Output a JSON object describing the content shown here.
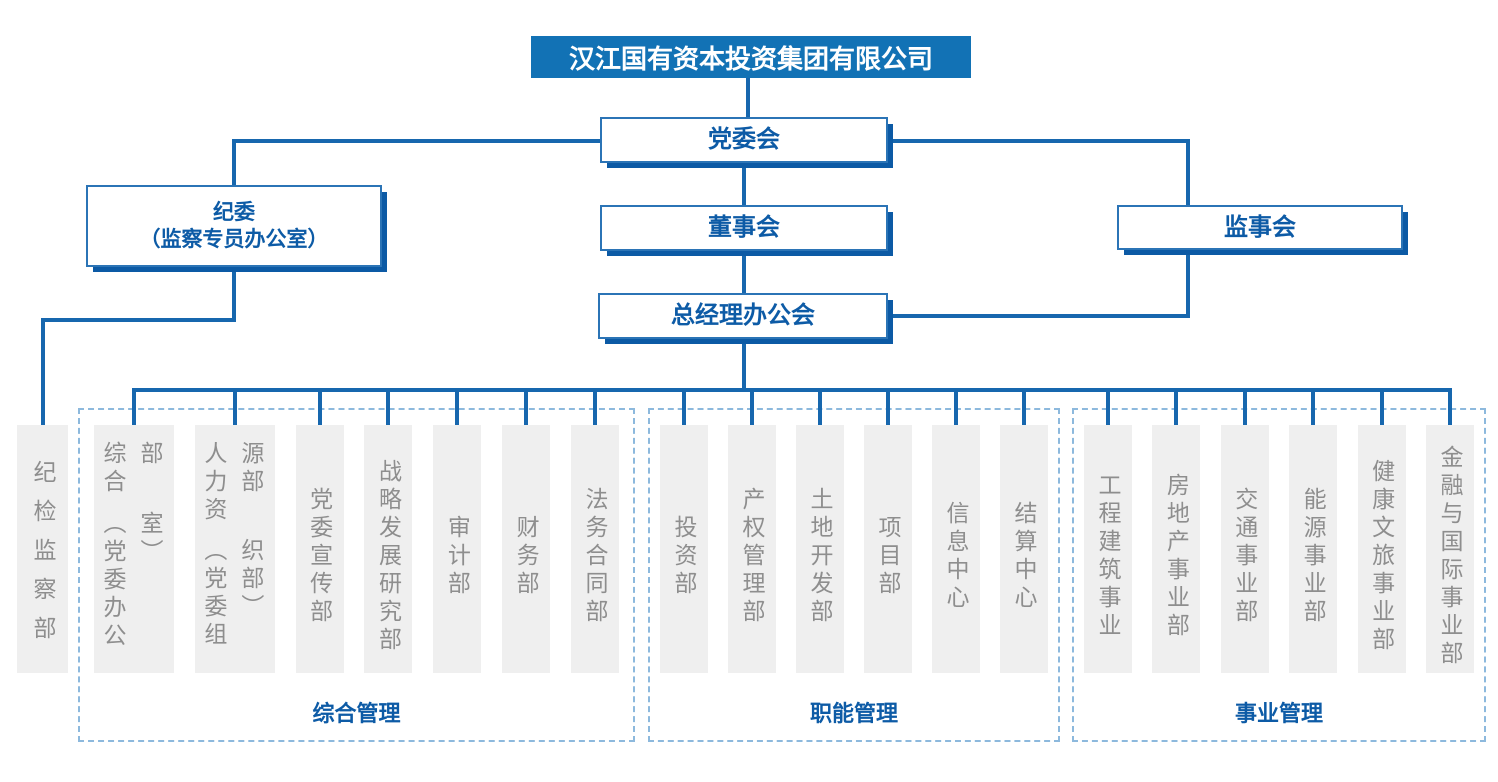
{
  "title": "汉江国有资本投资集团有限公司",
  "nodes": {
    "party_committee": "党委会",
    "discipline_committee_line1": "纪委",
    "discipline_committee_line2": "（监察专员办公室）",
    "board_of_directors": "董事会",
    "supervisory_board": "监事会",
    "general_manager_office": "总经理办公会",
    "discipline_inspection_dept": "纪检监察部"
  },
  "groups": [
    {
      "label": "综合管理",
      "departments": [
        {
          "name": "综合部",
          "paren": "（党委办公室）"
        },
        {
          "name": "人力资源部",
          "paren": "（党委组织部）"
        },
        {
          "name": "党委宣传部"
        },
        {
          "name": "战略发展研究部"
        },
        {
          "name": "审计部"
        },
        {
          "name": "财务部"
        },
        {
          "name": "法务合同部"
        }
      ]
    },
    {
      "label": "职能管理",
      "departments": [
        {
          "name": "投资部"
        },
        {
          "name": "产权管理部"
        },
        {
          "name": "土地开发部"
        },
        {
          "name": "项目部"
        },
        {
          "name": "信息中心"
        },
        {
          "name": "结算中心"
        }
      ]
    },
    {
      "label": "事业管理",
      "departments": [
        {
          "name": "工程建筑事业"
        },
        {
          "name": "房地产事业部"
        },
        {
          "name": "交通事业部"
        },
        {
          "name": "能源事业部"
        },
        {
          "name": "健康文旅事业部"
        },
        {
          "name": "金融与国际事业部"
        }
      ]
    }
  ],
  "colors": {
    "brand-blue": "#1272b5",
    "line-blue": "#1767ae",
    "shadow-blue": "#0c5aa5",
    "text-blue": "#0d5ba6",
    "dashed-blue": "#8db9dd",
    "box-gray": "#efefef",
    "text-gray": "#8e8e8e"
  }
}
